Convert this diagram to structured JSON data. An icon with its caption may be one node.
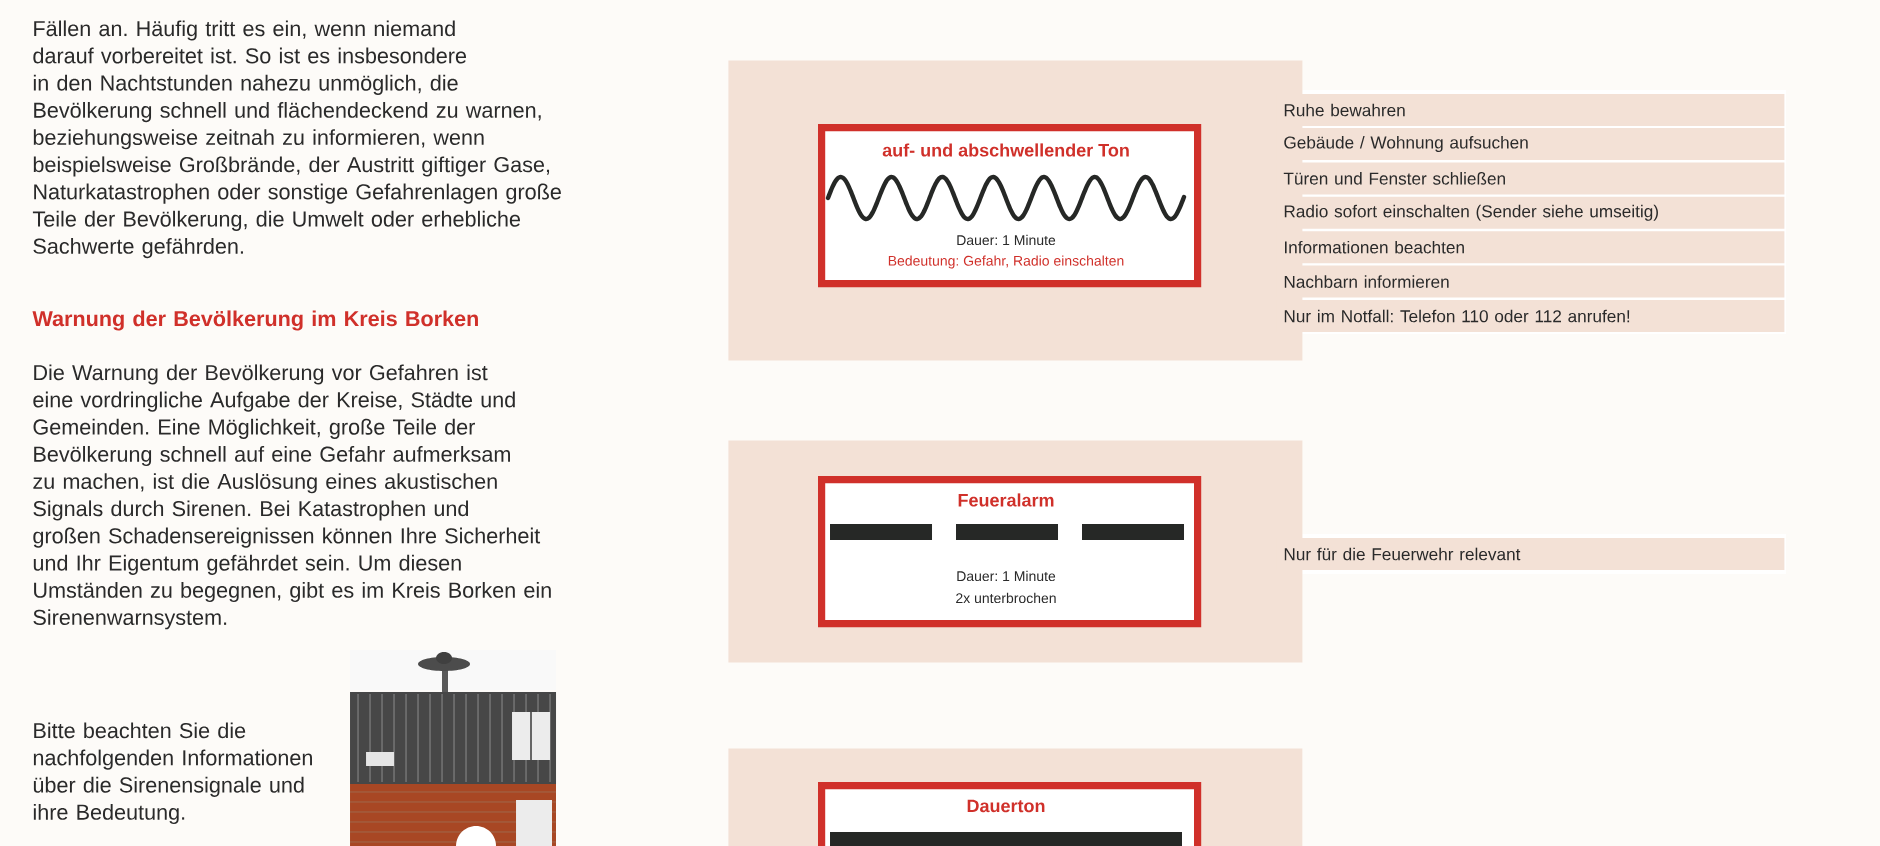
{
  "diagram": {
    "nodes": [
      {
        "text": [],
        "shape": "box"
      },
      {
        "text": [
          "auf- und abschwellender Ton",
          "Dauer: 1 Minute",
          "Bedeutung: Gefahr, Radio einschalten"
        ],
        "in": 0
      },
      {
        "text": [
          "Ruhe bewahren"
        ]
      },
      {
        "text": [
          "Gebäude / Wohnung aufsuchen"
        ]
      },
      {
        "text": [
          "Türen und Fenster schließen"
        ]
      },
      {
        "text": [
          "Radio sofort einschalten (Sender siehe umseitig)"
        ]
      },
      {
        "text": [
          "Informationen beachten"
        ]
      },
      {
        "text": [
          "Nachbarn informieren"
        ]
      },
      {
        "text": [
          "Nur im Notfall: Telefon 110 oder 112 anrufen!"
        ]
      },
      {
        "text": [],
        "shape": "box"
      },
      {
        "text": [
          "Feueralarm",
          "Dauer: 1 Minute",
          "2x unterbrochen"
        ],
        "in": 9
      },
      {
        "text": [
          "Nur für die Feuerwehr relevant"
        ]
      },
      {
        "text": [],
        "shape": "box"
      },
      {
        "text": [
          "Dauerton"
        ],
        "in": 12
      }
    ],
    "labels": [
      "Fällen an. Häufig tritt es ein, wenn niemand darauf vorbereitet ist. So ist es insbesondere in den Nachtstunden nahezu unmöglich, die Bevölkerung schnell und flächendeckend zu warnen, beziehungsweise zeitnah zu informieren, wenn beispielsweise Großbrände, der Austritt giftiger Gase, Naturkatastrophen oder sonstige Gefahrenlagen große Teile der Bevölkerung, die Umwelt oder erhebliche Sachwerte gefährden.",
      "Warnung der Bevölkerung im Kreis Borken",
      "Die Warnung der Bevölkerung vor Gefahren ist eine vordringliche Aufgabe der Kreise, Städte und Gemeinden. Eine Möglichkeit, große Teile der Bevölkerung schnell auf eine Gefahr aufmerksam zu machen, ist die Auslösung eines akustischen Signals durch Sirenen. Bei Katastrophen und großen Schadensereignissen können Ihre Sicherheit und Ihr Eigentum gefährdet sein. Um diesen Umständen zu begegnen, gibt es im Kreis Borken ein Sirenenwarnsystem.",
      "Bitte beachten Sie die nachfolgenden Informationen über die Sirenensignale und ihre Bedeutung."
    ]
  }
}
